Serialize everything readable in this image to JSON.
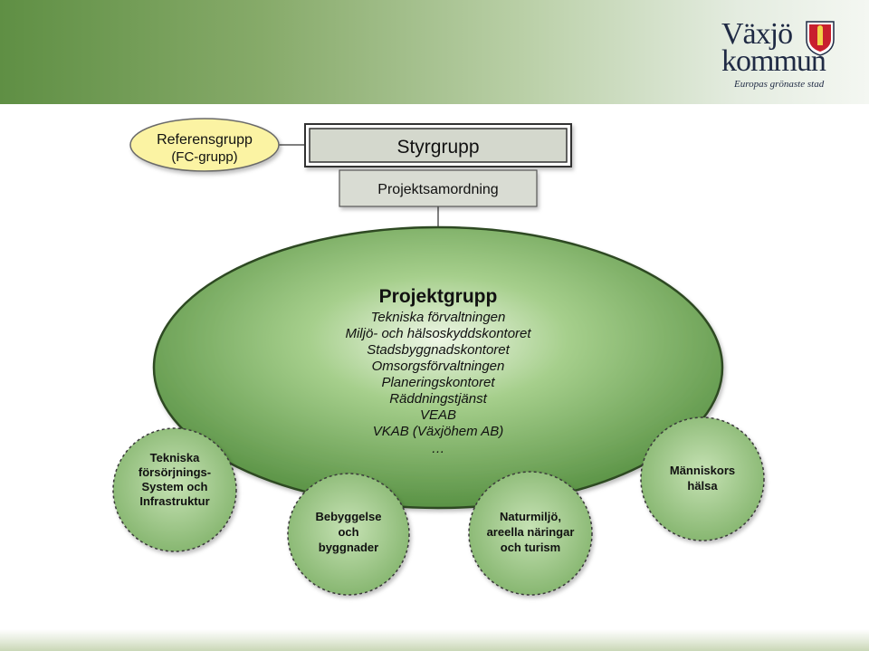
{
  "logo": {
    "line1": "Växjö",
    "line2": "kommun",
    "tagline": "Europas grönaste stad"
  },
  "diagram": {
    "referensgrupp": {
      "title": "Referensgrupp",
      "subtitle": "(FC-grupp)"
    },
    "styrgrupp": "Styrgrupp",
    "projektsamordning": "Projektsamordning",
    "projektgrupp": {
      "title": "Projektgrupp",
      "members": [
        "Tekniska förvaltningen",
        "Miljö- och hälsoskyddskontoret",
        "Stadsbyggnadskontoret",
        "Omsorgsförvaltningen",
        "Planeringskontoret",
        "Räddningstjänst",
        "VEAB",
        "VKAB (Växjöhem AB)",
        "…"
      ]
    },
    "subgroups": [
      {
        "lines": [
          "Tekniska",
          "försörjnings-",
          "System och",
          "Infrastruktur"
        ]
      },
      {
        "lines": [
          "Bebyggelse",
          "och",
          "byggnader"
        ]
      },
      {
        "lines": [
          "Naturmiljö,",
          "areella näringar",
          "och turism"
        ]
      },
      {
        "lines": [
          "Människors",
          "hälsa"
        ]
      }
    ]
  },
  "colors": {
    "big_ellipse": "#5f9a4a",
    "small_circle": "#8fbf7a",
    "referens_fill": "#fbf3a3",
    "box_fill": "#d4d8cd"
  }
}
